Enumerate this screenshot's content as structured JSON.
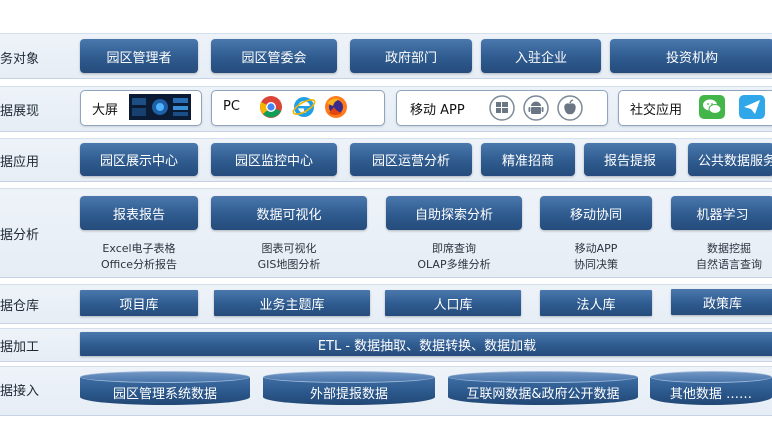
{
  "rows": {
    "audience": {
      "label": "务对象",
      "items": [
        "园区管理者",
        "园区管委会",
        "政府部门",
        "入驻企业",
        "投资机构"
      ]
    },
    "display": {
      "label": "据展现",
      "items": [
        "大屏",
        "PC",
        "移动 APP",
        "社交应用"
      ],
      "icons": [
        "screen-thumbnail-icon",
        "chrome-icon",
        "ie-icon",
        "firefox-icon",
        "windows-icon",
        "android-icon",
        "apple-icon",
        "wechat-icon",
        "message-icon"
      ]
    },
    "application": {
      "label": "据应用",
      "items": [
        "园区展示中心",
        "园区监控中心",
        "园区运营分析",
        "精准招商",
        "报告提报",
        "公共数据服务"
      ]
    },
    "analysis": {
      "label": "据分析",
      "items": [
        {
          "title": "报表报告",
          "sub1": "Excel电子表格",
          "sub2": "Office分析报告"
        },
        {
          "title": "数据可视化",
          "sub1": "图表可视化",
          "sub2": "GIS地图分析"
        },
        {
          "title": "自助探索分析",
          "sub1": "即席查询",
          "sub2": "OLAP多维分析"
        },
        {
          "title": "移动协同",
          "sub1": "移动APP",
          "sub2": "协同决策"
        },
        {
          "title": "机器学习",
          "sub1": "数据挖掘",
          "sub2": "自然语言查询"
        }
      ]
    },
    "warehouse": {
      "label": "据仓库",
      "items": [
        "项目库",
        "业务主题库",
        "人口库",
        "法人库",
        "政策库"
      ]
    },
    "processing": {
      "label": "据加工",
      "etl": "ETL - 数据抽取、数据转换、数据加载"
    },
    "ingest": {
      "label": "据接入",
      "items": [
        "园区管理系统数据",
        "外部提报数据",
        "互联网数据&政府公开数据",
        "其他数据 ……"
      ]
    }
  }
}
